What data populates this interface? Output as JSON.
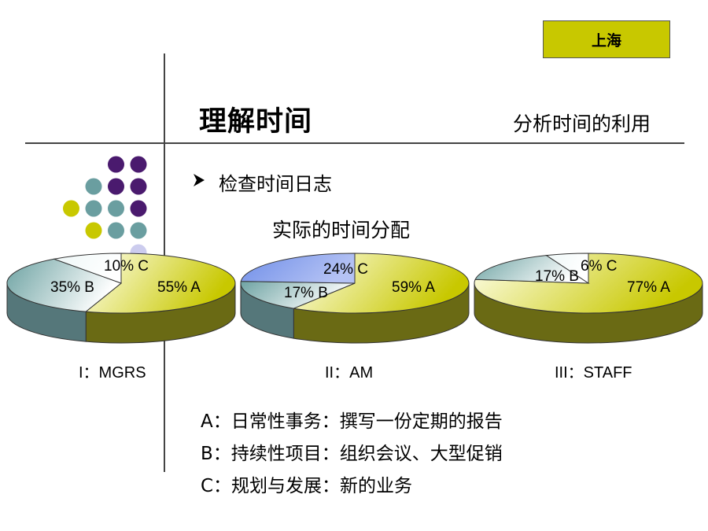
{
  "badge": "上海",
  "title": "理解时间",
  "subtitle": "分析时间的利用",
  "bullet": "检查时间日志",
  "chart_title": "实际的时间分配",
  "legend": [
    "A：日常性事务：撰写一份定期的报告",
    "B：持续性项目：组织会议、大型促销",
    "C：规划与发展：新的业务"
  ],
  "colors": {
    "A": "#c8c800",
    "B_teal": "#6ea3a3",
    "C_blue": "#8aa2ee",
    "accent": "#c8c800",
    "dot_purple": "#4a1a6e",
    "dot_teal": "#6a9ea0",
    "dot_yellow": "#c8c800",
    "dot_lavender": "#ccccee"
  },
  "chart_data": [
    {
      "type": "pie",
      "caption": "I：MGRS",
      "slices": [
        {
          "label": "A",
          "value": 55,
          "text": "55% A"
        },
        {
          "label": "B",
          "value": 35,
          "text": "35% B"
        },
        {
          "label": "C",
          "value": 10,
          "text": "10% C"
        }
      ]
    },
    {
      "type": "pie",
      "caption": "II：AM",
      "slices": [
        {
          "label": "A",
          "value": 59,
          "text": "59% A"
        },
        {
          "label": "B",
          "value": 17,
          "text": "17% B"
        },
        {
          "label": "C",
          "value": 24,
          "text": "24% C"
        }
      ]
    },
    {
      "type": "pie",
      "caption": "III：STAFF",
      "slices": [
        {
          "label": "A",
          "value": 77,
          "text": "77% A"
        },
        {
          "label": "B",
          "value": 17,
          "text": "17% B"
        },
        {
          "label": "C",
          "value": 6,
          "text": "6% C"
        }
      ]
    }
  ]
}
